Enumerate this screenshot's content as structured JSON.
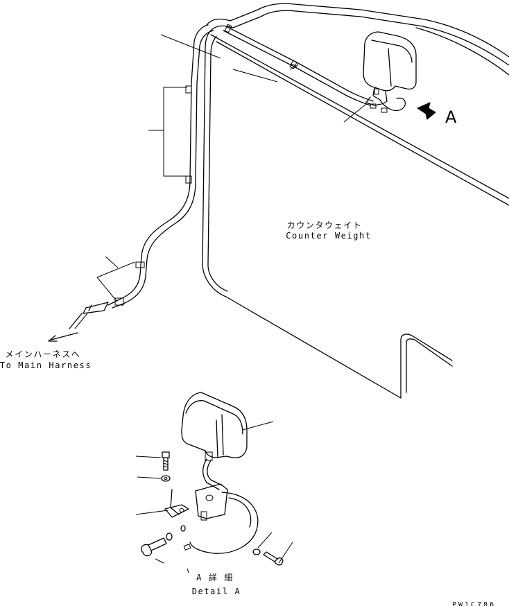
{
  "labels": {
    "counter_weight_jp": "カウンタウェイト",
    "counter_weight_en": "Counter Weight",
    "main_harness_jp": "メインハーネスへ",
    "main_harness_en": "To Main Harness",
    "view_letter": "A",
    "detail_jp": "A 詳 細",
    "detail_en": "Detail A",
    "drawing_code": "PW1C786"
  }
}
